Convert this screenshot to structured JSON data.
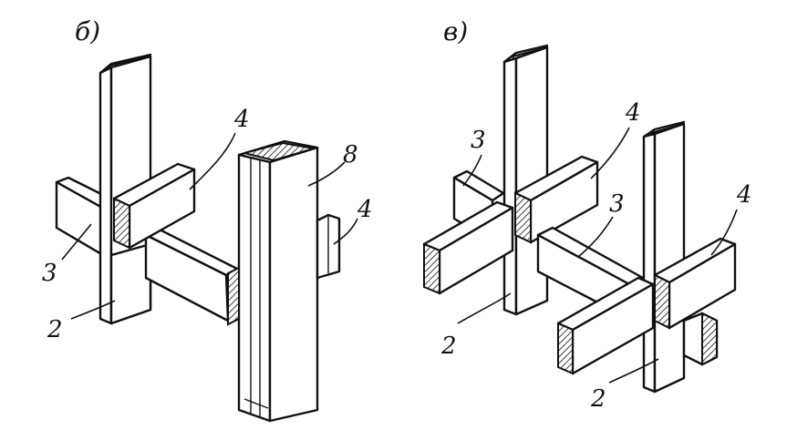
{
  "figures": [
    {
      "id": "b",
      "label": "б)"
    },
    {
      "id": "v",
      "label": "в)"
    }
  ],
  "callouts": {
    "b": [
      "4",
      "8",
      "4",
      "3",
      "2"
    ],
    "v": [
      "3",
      "4",
      "3",
      "4",
      "2",
      "2"
    ]
  }
}
